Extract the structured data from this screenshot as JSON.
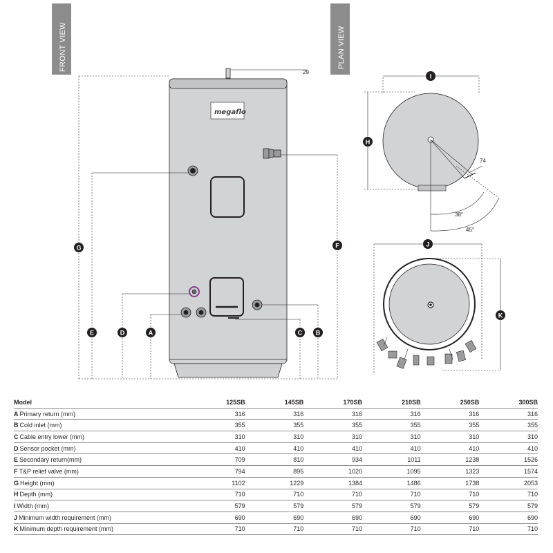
{
  "views": {
    "front_label": "FRONT VIEW",
    "plan_label": "PLAN VIEW"
  },
  "brand": "megaflo",
  "dimensions": {
    "front_letters": [
      "G",
      "E",
      "D",
      "A",
      "C",
      "B",
      "F"
    ],
    "top_offset": "29",
    "plan_letters": [
      "I",
      "H",
      "J",
      "K"
    ],
    "plan_offset": "74",
    "angle_small": "38°",
    "angle_large": "45°"
  },
  "colors": {
    "tab_gray": "#8c8c8c",
    "cylinder_fill": "#d2d3d5",
    "outline": "#231f20",
    "badge_fill": "#231f20",
    "sensor_ring": "#8b3a8c"
  },
  "table": {
    "headers": [
      "Model",
      "125SB",
      "145SB",
      "170SB",
      "210SB",
      "250SB",
      "300SB"
    ],
    "rows": [
      {
        "letter": "A",
        "label": "Primary return (mm)",
        "values": [
          "316",
          "316",
          "316",
          "316",
          "316",
          "316"
        ]
      },
      {
        "letter": "B",
        "label": "Cold inlet (mm)",
        "values": [
          "355",
          "355",
          "355",
          "355",
          "355",
          "355"
        ]
      },
      {
        "letter": "C",
        "label": "Cable entry lower (mm)",
        "values": [
          "310",
          "310",
          "310",
          "310",
          "310",
          "310"
        ]
      },
      {
        "letter": "D",
        "label": "Sensor pocket (mm)",
        "values": [
          "410",
          "410",
          "410",
          "410",
          "410",
          "410"
        ]
      },
      {
        "letter": "E",
        "label": "Secondary return(mm)",
        "values": [
          "709",
          "810",
          "934",
          "1011",
          "1238",
          "1526"
        ]
      },
      {
        "letter": "F",
        "label": "T&P relief valve (mm)",
        "values": [
          "794",
          "895",
          "1020",
          "1095",
          "1323",
          "1574"
        ]
      },
      {
        "letter": "G",
        "label": "Height (mm)",
        "values": [
          "1102",
          "1229",
          "1384",
          "1486",
          "1738",
          "2053"
        ]
      },
      {
        "letter": "H",
        "label": "Depth (mm)",
        "values": [
          "710",
          "710",
          "710",
          "710",
          "710",
          "710"
        ]
      },
      {
        "letter": "I",
        "label": "Width (mm)",
        "values": [
          "579",
          "579",
          "579",
          "579",
          "579",
          "579"
        ]
      },
      {
        "letter": "J",
        "label": "Minimum width requirement (mm)",
        "values": [
          "690",
          "690",
          "690",
          "690",
          "690",
          "690"
        ]
      },
      {
        "letter": "K",
        "label": "Minimum depth requirement (mm)",
        "values": [
          "710",
          "710",
          "710",
          "710",
          "710",
          "710"
        ]
      }
    ]
  }
}
